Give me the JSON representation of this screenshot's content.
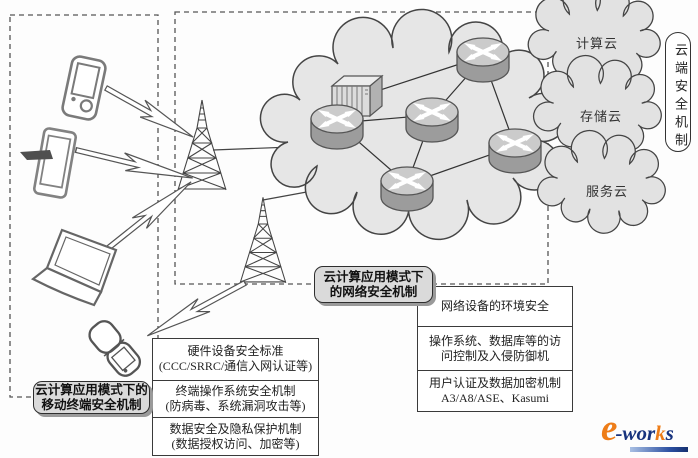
{
  "labels": {
    "mobile_terminal_box": {
      "line1": "云计算应用模式下的",
      "line2": "移动终端安全机制"
    },
    "network_box": {
      "line1": "云计算应用模式下",
      "line2": "的网络安全机制"
    },
    "cloud_side_box": "云端安全机制"
  },
  "clouds": {
    "items": [
      {
        "label": "计算云"
      },
      {
        "label": "存储云"
      },
      {
        "label": "服务云"
      }
    ]
  },
  "terminal_table": {
    "rows": [
      {
        "line1": "硬件设备安全标准",
        "line2": "(CCC/SRRC/通信入网认证等)"
      },
      {
        "line1": "终端操作系统安全机制",
        "line2": "(防病毒、系统漏洞攻击等)"
      },
      {
        "line1": "数据安全及隐私保护机制",
        "line2": "(数据授权访问、加密等)"
      }
    ]
  },
  "network_table": {
    "rows": [
      {
        "line1": "网络设备的环境安全",
        "line2": ""
      },
      {
        "line1": "操作系统、数据库等的访",
        "line2": "问控制及入侵防御机"
      },
      {
        "line1": "用户认证及数据加密机制",
        "line2": "A3/A8/ASE、Kasumi"
      }
    ]
  },
  "logo": {
    "part1": "e",
    "part2": "-wor",
    "part3": "k",
    "part4": "s"
  },
  "icons": {
    "devices": [
      "pda-icon",
      "tablet-stylus-icon",
      "laptop-icon",
      "flip-phone-icon"
    ],
    "network": [
      "radio-tower-icon",
      "router-icon",
      "server-rack-icon",
      "cloud-shape"
    ],
    "connections": [
      "lightning-arrow"
    ]
  },
  "colors": {
    "accent_orange": "#ee7d18",
    "logo_blue": "#17337e",
    "cloud_fill": "#e6e6e6",
    "callout_fill": "#dadada",
    "line": "#444444"
  }
}
